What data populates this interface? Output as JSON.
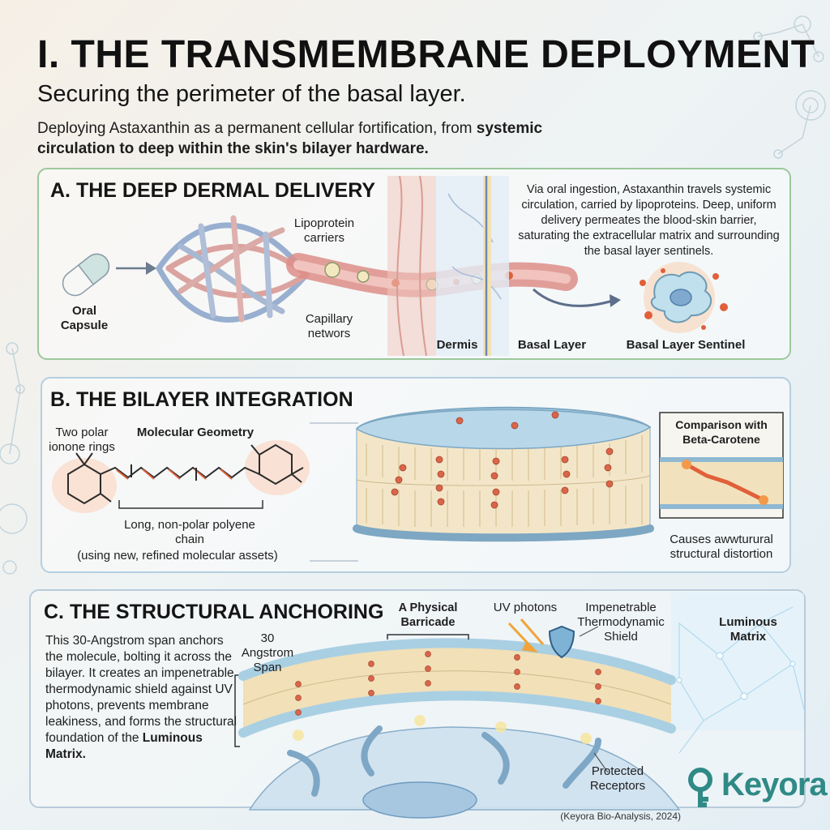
{
  "header": {
    "title": "I. THE TRANSMEMBRANE DEPLOYMENT",
    "subtitle": "Securing the perimeter of the basal layer.",
    "intro_plain": "Deploying Astaxanthin as a permanent cellular fortification, from ",
    "intro_bold": "systemic circulation to deep within the skin's bilayer hardware."
  },
  "section_a": {
    "title": "A. THE DEEP DERMAL DELIVERY",
    "oral_capsule": "Oral Capsule",
    "lipoprotein_carriers": "Lipoprotein carriers",
    "capillary_networks": "Capillary networs",
    "dermis": "Dermis",
    "basal_layer": "Basal Layer",
    "basal_layer_sentinel": "Basal Layer Sentinel",
    "description": "Via oral ingestion, Astaxanthin travels systemic circulation, carried by lipoproteins. Deep, uniform delivery permeates the blood-skin barrier, saturating the extracellular matrix and surrounding the basal layer sentinels."
  },
  "section_b": {
    "title": "B. THE BILAYER INTEGRATION",
    "two_polar_rings": "Two polar ionone rings",
    "molecular_geometry": "Molecular Geometry",
    "polyene_chain": "Long, non-polar polyene chain",
    "assets_note": "(using new, refined molecular assets)",
    "comparison_title": "Comparison with Beta-Carotene",
    "distortion": "Causes awwturural structural distortion"
  },
  "section_c": {
    "title": "C. THE STRUCTURAL ANCHORING",
    "description_plain": "This 30-Angstrom span anchors the molecule, bolting it across the bilayer. It creates an impenetrable thermodynamic shield against UV photons, prevents membrane leakiness, and forms the structural foundation of the ",
    "description_bold": "Luminous Matrix.",
    "angstrom_span": "30 Angstrom Span",
    "physical_barricade": "A Physical Barricade",
    "uv_photons": "UV photons",
    "shield": "Impenetrable Thermodynamic Shield",
    "luminous_matrix": "Luminous Matrix",
    "protected_receptors": "Protected Receptors"
  },
  "footer": {
    "citation": "(Keyora Bio-Analysis, 2024)",
    "logo": "Keyora"
  },
  "colors": {
    "vein_blue": "#7f9cc4",
    "artery_red": "#d98a86",
    "astaxanthin_orange": "#e0603a",
    "membrane_head": "#a9cfe3",
    "lipid_tail": "#e9d2a2",
    "brand_teal": "#2f8a86"
  }
}
